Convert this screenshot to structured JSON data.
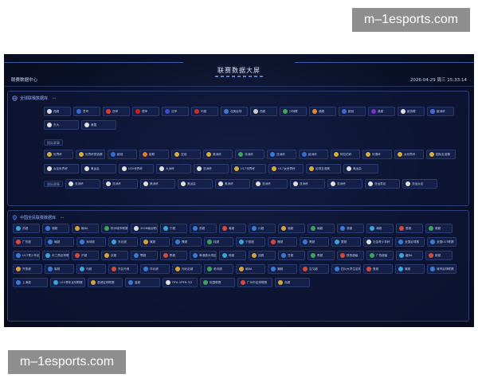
{
  "watermark": "m–1esports.com",
  "header": {
    "title": "联赛数据大屏",
    "left_label": "联赛数据中心",
    "datetime": "2026-04-29 周三 15:33:14"
  },
  "global_panel": {
    "title": "全球联赛数据库",
    "rows": [
      {
        "items": [
          {
            "text": "西超",
            "color": "#d9d9d9"
          },
          {
            "text": "意甲",
            "color": "#2f6bd6"
          },
          {
            "text": "西甲",
            "color": "#e23b3b"
          },
          {
            "text": "德甲",
            "color": "#d11e1e"
          },
          {
            "text": "法甲",
            "color": "#3a4bd1"
          },
          {
            "text": "中超",
            "color": "#c43030"
          },
          {
            "text": "北美足球",
            "color": "#3a7bd5"
          },
          {
            "text": "西超",
            "color": "#cccccc"
          },
          {
            "text": "沙特联",
            "color": "#3aa55a"
          },
          {
            "text": "澳超",
            "color": "#e08a2a"
          },
          {
            "text": "欧冠",
            "color": "#3a6bd6"
          },
          {
            "text": "英超",
            "color": "#7b2fd6"
          },
          {
            "text": "欧协联",
            "color": "#e0e0e0"
          },
          {
            "text": "欧洲杯",
            "color": "#4a6bd6"
          }
        ]
      },
      {
        "items": [
          {
            "text": "东大",
            "color": "#e0e0e0"
          },
          {
            "text": "美国",
            "color": "#e0e0e0"
          }
        ]
      },
      {
        "label": "国际赛事",
        "items": []
      },
      {
        "items": [
          {
            "text": "世界杯",
            "color": "#d4b03a"
          },
          {
            "text": "世界杯预选赛",
            "color": "#d4b03a"
          },
          {
            "text": "欧冠",
            "color": "#3a6bd6"
          },
          {
            "text": "欧联",
            "color": "#e07a2a"
          },
          {
            "text": "亚冠",
            "color": "#d4b03a"
          },
          {
            "text": "美洲杯",
            "color": "#d4b03a"
          },
          {
            "text": "非洲杯",
            "color": "#3aa55a"
          },
          {
            "text": "亚洲杯",
            "color": "#3a7bd5"
          },
          {
            "text": "欧洲杯",
            "color": "#3a6bd6"
          },
          {
            "text": "阿拉伯杯",
            "color": "#d4b03a"
          },
          {
            "text": "世俱杯",
            "color": "#d4b03a"
          },
          {
            "text": "女世界杯",
            "color": "#d4b03a"
          },
          {
            "text": "国际友谊赛",
            "color": "#d4b03a"
          }
        ]
      },
      {
        "items": [
          {
            "text": "女足世界杯",
            "color": "#e0e0e0"
          },
          {
            "text": "奥运会",
            "color": "#e0e0e0"
          },
          {
            "text": "U20世界杯",
            "color": "#e0e0e0"
          },
          {
            "text": "大洲杯",
            "color": "#e0e0e0"
          },
          {
            "text": "亚洲杯",
            "color": "#e0e0e0"
          },
          {
            "text": "U17世界杯",
            "color": "#d4b03a"
          },
          {
            "text": "U17女世界杯",
            "color": "#d4b03a"
          },
          {
            "text": "足球友谊赛",
            "color": "#d4b03a"
          },
          {
            "text": "奥运会",
            "color": "#e0e0e0"
          }
        ]
      },
      {
        "label": "国际赛事",
        "items": [
          {
            "text": "亚洲杯",
            "color": "#e0e0e0"
          },
          {
            "text": "亚洲杯",
            "color": "#e0e0e0"
          },
          {
            "text": "美洲杯",
            "color": "#e0e0e0"
          },
          {
            "text": "奥运会",
            "color": "#e0e0e0"
          },
          {
            "text": "美洲杯",
            "color": "#e0e0e0"
          },
          {
            "text": "亚洲杯",
            "color": "#e0e0e0"
          },
          {
            "text": "亚洲杯",
            "color": "#e0e0e0"
          },
          {
            "text": "亚洲杯",
            "color": "#e0e0e0"
          },
          {
            "text": "亚运男足",
            "color": "#e0e0e0"
          },
          {
            "text": "亚运女足",
            "color": "#e0e0e0"
          }
        ]
      }
    ]
  },
  "china_panel": {
    "title": "中国全民联赛数据库",
    "rows": [
      {
        "items": [
          {
            "text": "苏超",
            "color": "#3aa5d6"
          },
          {
            "text": "湘超",
            "color": "#3a7bd5"
          },
          {
            "text": "赣BA",
            "color": "#d6a23a"
          },
          {
            "text": "杭州城市联赛",
            "color": "#3aa55a"
          },
          {
            "text": "2026赣台联合CMO联赛足球赛",
            "color": "#e0e0e0"
          },
          {
            "text": "宁超",
            "color": "#3aa5d6"
          },
          {
            "text": "苏超",
            "color": "#3a7bd5"
          },
          {
            "text": "粤超",
            "color": "#d64a3a"
          },
          {
            "text": "川超",
            "color": "#3a7bd5"
          },
          {
            "text": "渝超",
            "color": "#d6a23a"
          },
          {
            "text": "闽超",
            "color": "#3aa55a"
          },
          {
            "text": "浙超",
            "color": "#3a7bd5"
          },
          {
            "text": "津超",
            "color": "#3aa5d6"
          },
          {
            "text": "鲁超",
            "color": "#d64a3a"
          },
          {
            "text": "皖超",
            "color": "#3aa55a"
          }
        ]
      },
      {
        "items": [
          {
            "text": "广东超",
            "color": "#d64a3a"
          },
          {
            "text": "赣超",
            "color": "#3a7bd5"
          },
          {
            "text": "深圳超",
            "color": "#3a7bd5"
          },
          {
            "text": "东北超",
            "color": "#3aa5d6"
          },
          {
            "text": "冀超",
            "color": "#d6a23a"
          },
          {
            "text": "豫超",
            "color": "#3a7bd5"
          },
          {
            "text": "桂超",
            "color": "#3aa55a"
          },
          {
            "text": "宁夏超",
            "color": "#3aa5d6"
          },
          {
            "text": "晋超",
            "color": "#d64a3a"
          },
          {
            "text": "黑超",
            "color": "#3a7bd5"
          },
          {
            "text": "蒙超",
            "color": "#3aa5d6"
          },
          {
            "text": "社会青少年杯",
            "color": "#e0e0e0"
          },
          {
            "text": "全国足球赛",
            "color": "#3a7bd5"
          },
          {
            "text": "全国U17联赛",
            "color": "#3a7bd5"
          }
        ]
      },
      {
        "items": [
          {
            "text": "U17青少年足球联赛",
            "color": "#3a7bd5"
          },
          {
            "text": "长三角足球联赛",
            "color": "#3aa5d6"
          },
          {
            "text": "沪超",
            "color": "#d64a3a"
          },
          {
            "text": "京超",
            "color": "#d6a23a"
          },
          {
            "text": "鄂超",
            "color": "#3a7bd5"
          },
          {
            "text": "黔超",
            "color": "#d64a3a"
          },
          {
            "text": "粤港澳大湾区足球联赛",
            "color": "#3a7bd5"
          },
          {
            "text": "琼超",
            "color": "#3aa5d6"
          },
          {
            "text": "滇超",
            "color": "#d6a23a"
          },
          {
            "text": "甘超",
            "color": "#3a7bd5"
          },
          {
            "text": "青超",
            "color": "#3aa55a"
          },
          {
            "text": "陕西超级",
            "color": "#d64a3a"
          },
          {
            "text": "广西超级",
            "color": "#3aa55a"
          },
          {
            "text": "藏BA",
            "color": "#3aa5d6"
          },
          {
            "text": "新超",
            "color": "#d64a3a"
          }
        ]
      },
      {
        "items": [
          {
            "text": "齐鲁超",
            "color": "#d6a23a"
          },
          {
            "text": "客超",
            "color": "#3a7bd5"
          },
          {
            "text": "乌超",
            "color": "#3aa5d6"
          },
          {
            "text": "东区马竞",
            "color": "#d64a3a"
          },
          {
            "text": "华北超",
            "color": "#3a7bd5"
          },
          {
            "text": "河北足超",
            "color": "#d6a23a"
          },
          {
            "text": "老河超",
            "color": "#3aa55a"
          },
          {
            "text": "赣BA",
            "color": "#d6a23a"
          },
          {
            "text": "潮超",
            "color": "#3a7bd5"
          },
          {
            "text": "吉又超",
            "color": "#d64a3a"
          },
          {
            "text": "四川大学生足球",
            "color": "#3a7bd5"
          },
          {
            "text": "鲁超",
            "color": "#d64a3a"
          },
          {
            "text": "冀超",
            "color": "#3aa5d6"
          },
          {
            "text": "城市足球联赛",
            "color": "#3a7bd5"
          }
        ]
      },
      {
        "items": [
          {
            "text": "上海超",
            "color": "#3a7bd5"
          },
          {
            "text": "U15青年足球联赛",
            "color": "#3aa5d6"
          },
          {
            "text": "县城足球联赛",
            "color": "#d6a23a"
          },
          {
            "text": "蓝超",
            "color": "#3a7bd5"
          },
          {
            "text": "FIFA OPEN 3/3",
            "color": "#e0e0e0"
          },
          {
            "text": "校园联赛",
            "color": "#3aa55a"
          },
          {
            "text": "广州市足球联赛",
            "color": "#d64a3a"
          },
          {
            "text": "赤超",
            "color": "#d6a23a"
          }
        ]
      }
    ]
  }
}
